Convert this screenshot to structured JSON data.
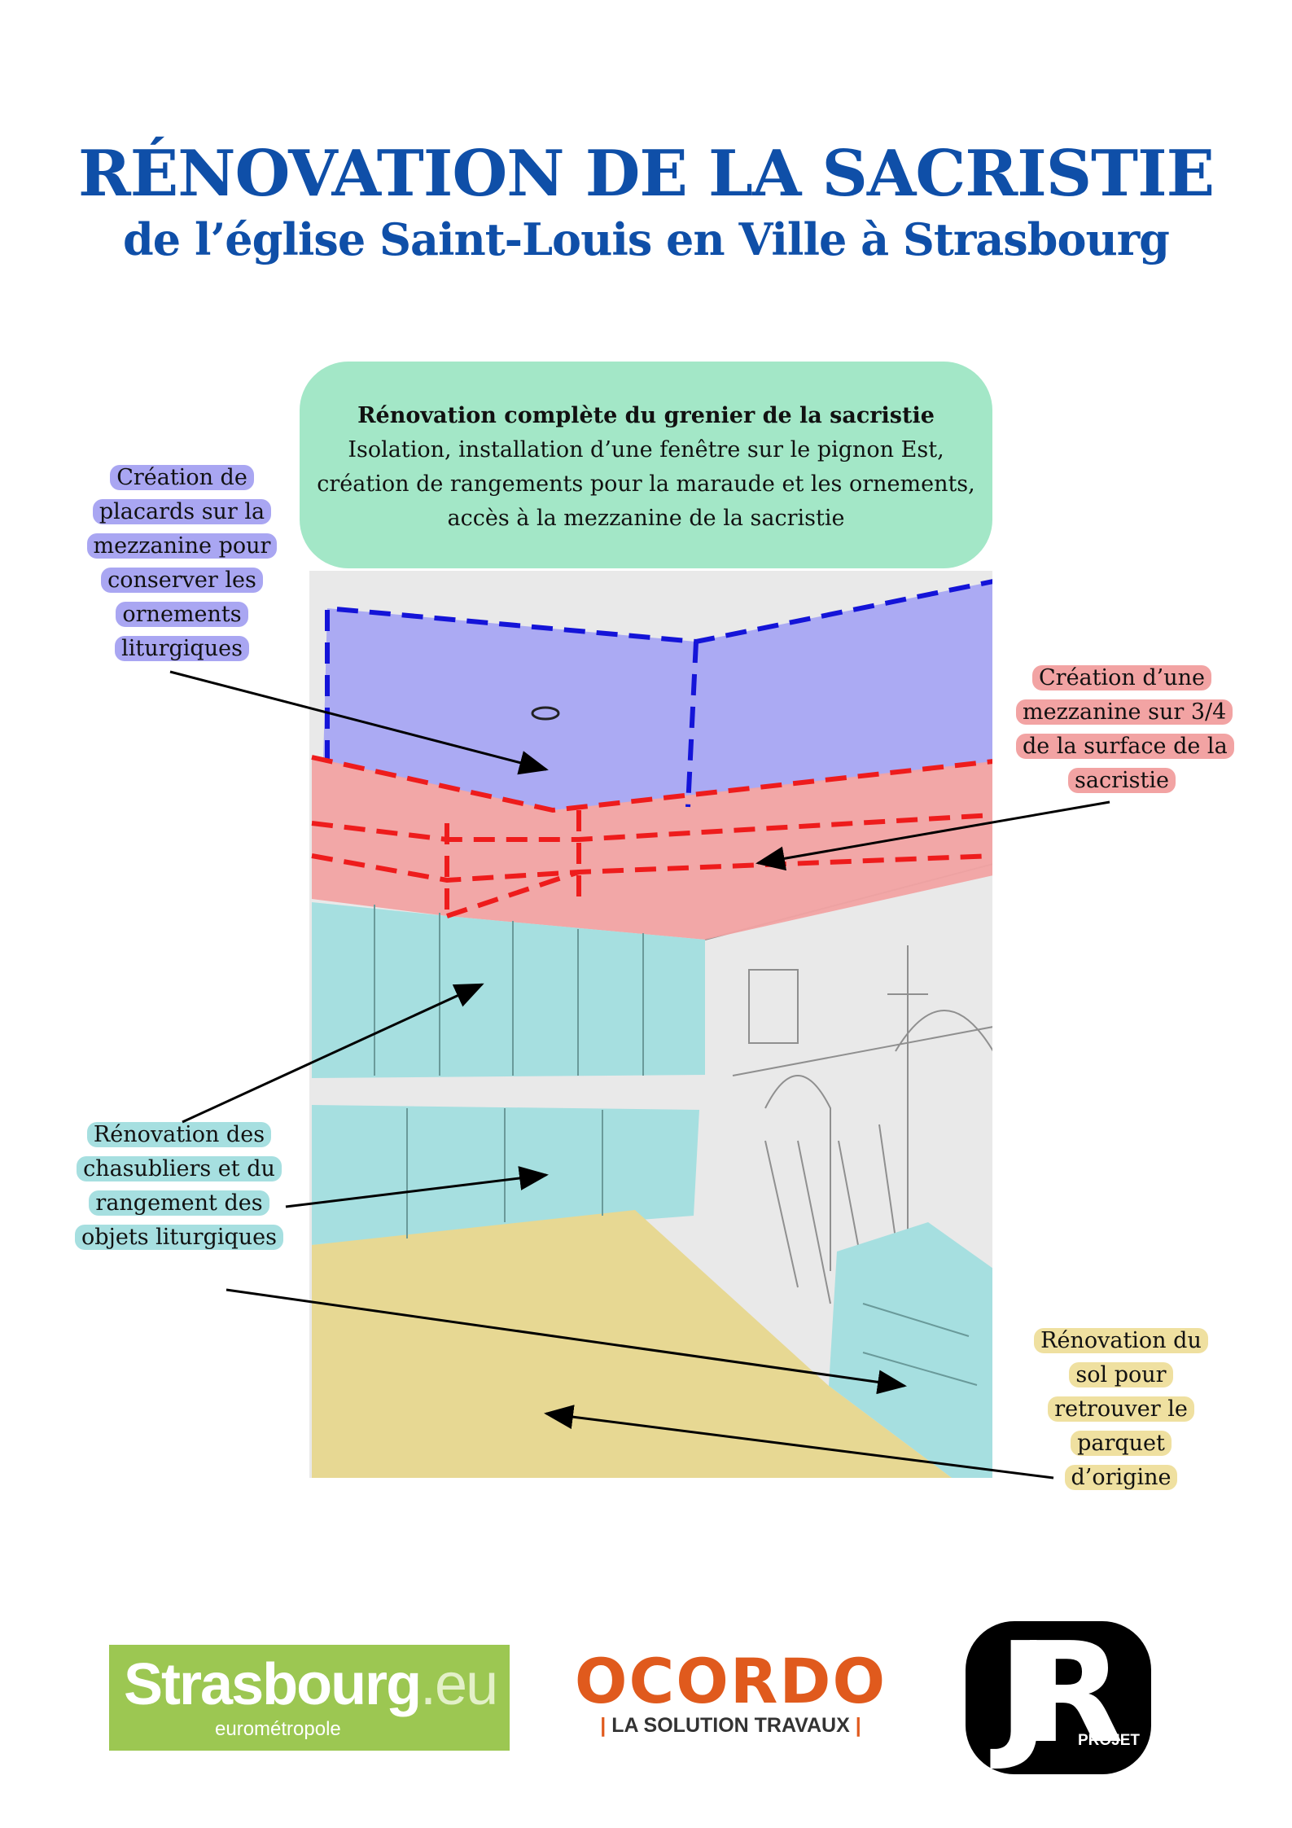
{
  "title": {
    "line1": "RÉNOVATION DE LA SACRISTIE",
    "line2": "de l’église Saint-Louis en Ville à Strasbourg"
  },
  "attic_box": {
    "heading": "Rénovation complète du grenier de la sacristie",
    "body": "Isolation, installation d’une fenêtre sur le pignon Est, création de rangements pour la maraude et les ornements, accès à la mezzanine de la sacristie"
  },
  "labels": {
    "placards": "Création de placards sur la mezzanine pour conserver les ornements liturgiques",
    "mezzanine": "Création d’une mezzanine sur 3/4 de la surface de la sacristie",
    "chasubliers": "Rénovation des chasubliers et du rangement des objets liturgiques",
    "sol": "Rénovation du sol pour retrouver le parquet d’origine"
  },
  "colors": {
    "title": "#0f4fa8",
    "attic": "#a3e7c7",
    "placards": "#a9a6f2",
    "mezzanine": "#f2a3a3",
    "chasubliers": "#a6dfe0",
    "sol": "#efe0a0"
  },
  "logos": {
    "strasbourg_main": "Strasbourg",
    "strasbourg_tld": ".eu",
    "strasbourg_sub": "eurométropole",
    "ocordo_main": "OCORDO",
    "ocordo_sub": "LA SOLUTION TRAVAUX",
    "jr_mark": "JR",
    "jr_sub": "PROJET"
  }
}
